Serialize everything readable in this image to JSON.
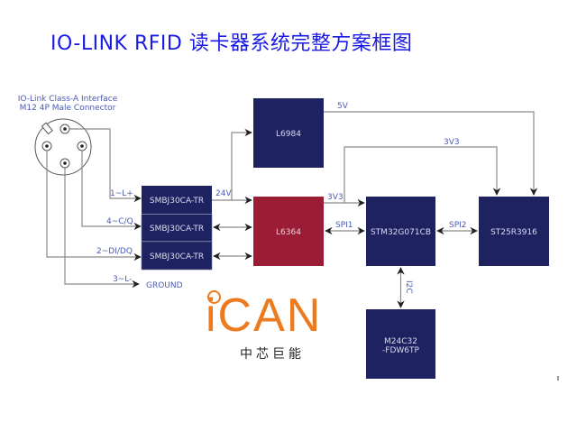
{
  "title": "IO-LINK RFID 读卡器系统完整方案框图",
  "connector": {
    "label_line1": "IO-Link Class-A Interface",
    "label_line2": "M12 4P Male Connector"
  },
  "pins": {
    "pin1": "1~L+",
    "pin4": "4~C/Q",
    "pin2": "2~DI/DQ",
    "pin3": "3~L-",
    "ground": "GROUND"
  },
  "blocks": {
    "tvs1": "SMBJ30CA-TR",
    "tvs2": "SMBJ30CA-TR",
    "tvs3": "SMBJ30CA-TR",
    "l6984": "L6984",
    "l6364": "L6364",
    "stm32": "STM32G071CB",
    "st25r": "ST25R3916",
    "eeprom_line1": "M24C32",
    "eeprom_line2": "-FDW6TP"
  },
  "signals": {
    "v24": "24V",
    "v5": "5V",
    "v3v3_top": "3V3",
    "v3v3": "3V3",
    "spi1": "SPI1",
    "spi2": "SPI2",
    "i2c": "I2C"
  },
  "logo": {
    "brand": "iCAN",
    "subtitle": "中芯巨能"
  },
  "colors": {
    "title": "#1a1ae6",
    "block_navy": "#1f2260",
    "block_red": "#9b1c35",
    "label_blue": "#4a5bb5",
    "wire": "#8a8a8a",
    "logo_orange": "#ee7a1e"
  }
}
